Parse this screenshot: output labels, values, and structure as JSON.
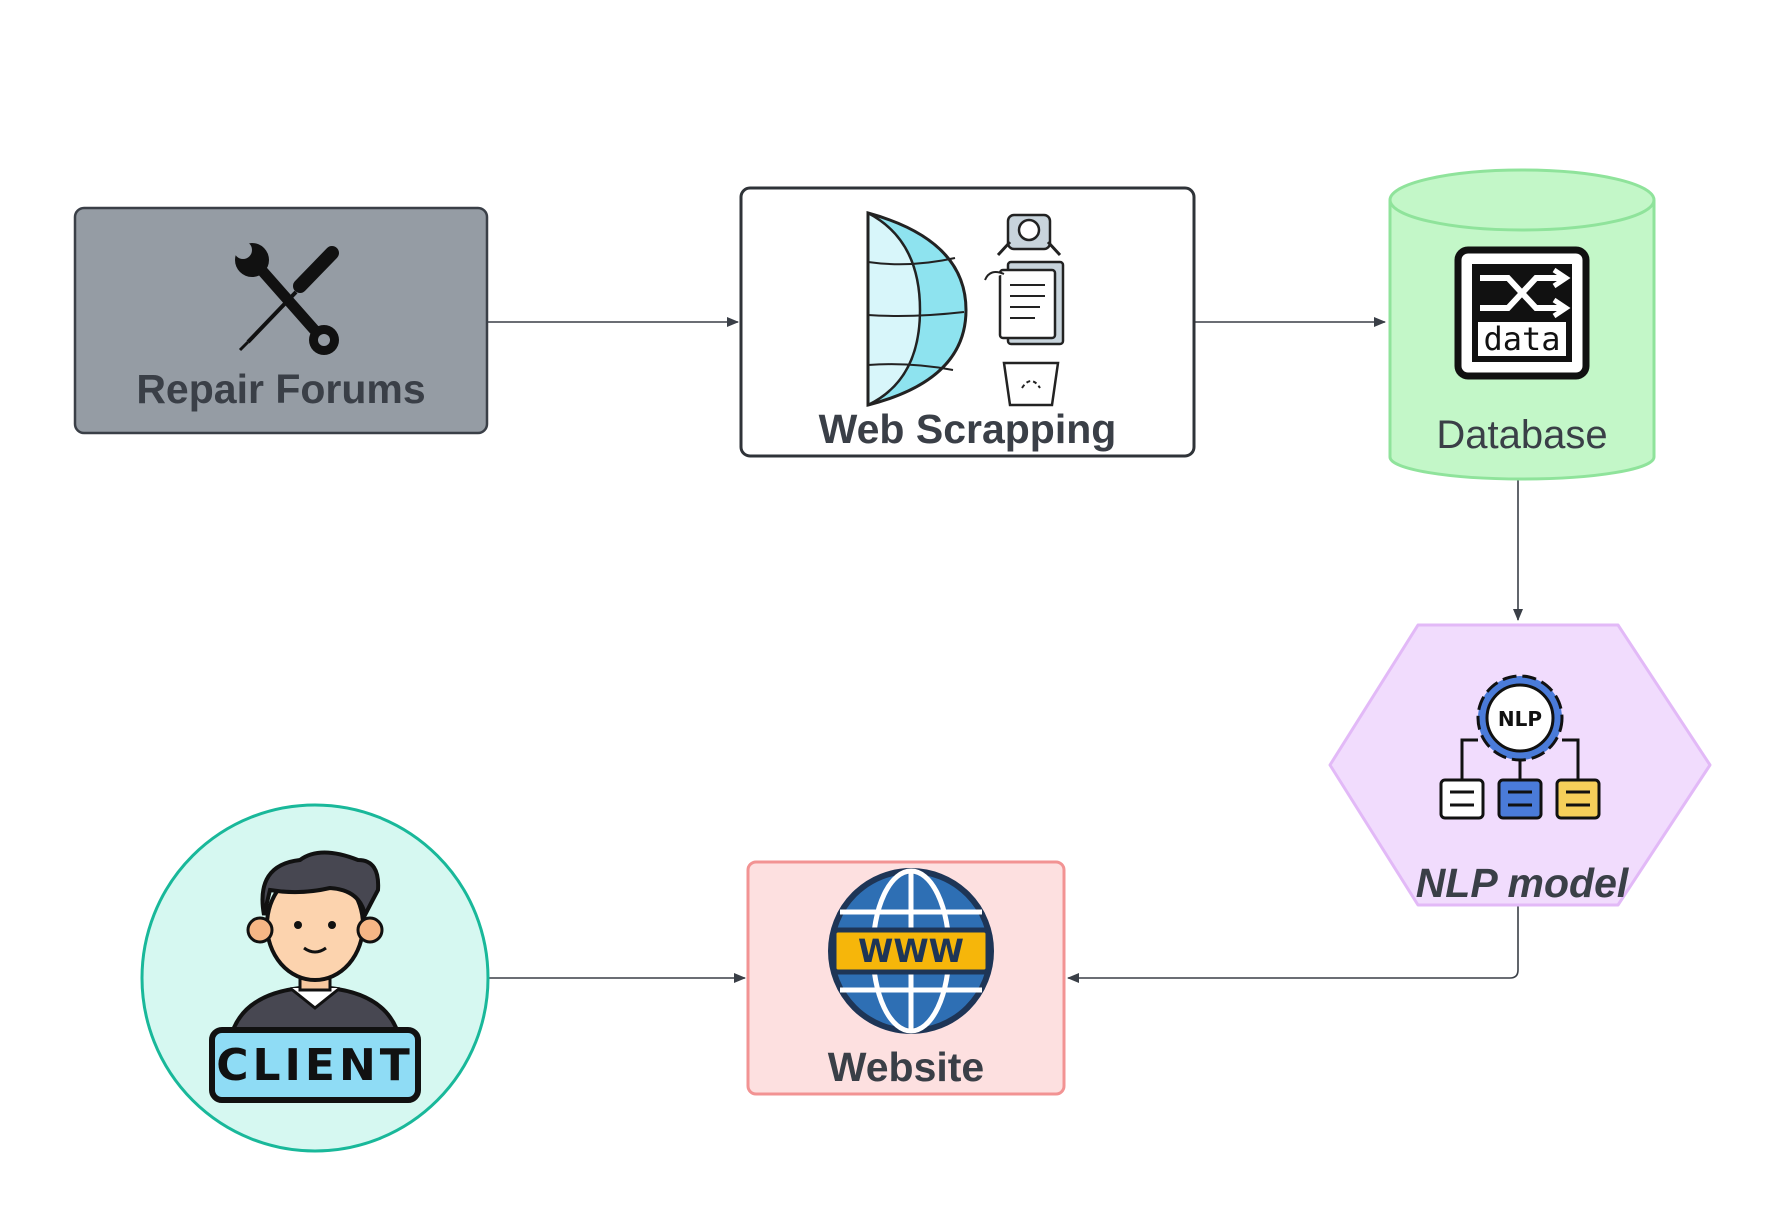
{
  "diagram": {
    "nodes": {
      "repair_forums": {
        "label": "Repair Forums",
        "icon": "tools-icon",
        "fill": "#959ca4",
        "stroke": "#3a3f47"
      },
      "web_scrapping": {
        "label": "Web Scrapping",
        "icon": "web-scraping-icon",
        "fill": "#ffffff",
        "stroke": "#2f3338"
      },
      "database": {
        "label": "Database",
        "icon": "data-shuffle-icon",
        "icon_text": "data",
        "fill": "#c3f7c8",
        "stroke": "#8fe39b"
      },
      "nlp_model": {
        "label": "NLP model",
        "icon": "nlp-gear-icon",
        "icon_text": "NLP",
        "fill": "#f1dcfd",
        "stroke": "#e2b9f7"
      },
      "website": {
        "label": "Website",
        "icon": "globe-www-icon",
        "icon_text": "WWW",
        "fill": "#fde0e0",
        "stroke": "#f29393"
      },
      "client": {
        "label": "CLIENT",
        "icon": "client-avatar-icon",
        "fill": "#d6f8f1",
        "stroke": "#19b89a"
      }
    },
    "edges": [
      {
        "from": "repair_forums",
        "to": "web_scrapping"
      },
      {
        "from": "web_scrapping",
        "to": "database"
      },
      {
        "from": "database",
        "to": "nlp_model"
      },
      {
        "from": "nlp_model",
        "to": "website"
      },
      {
        "from": "client",
        "to": "website"
      }
    ],
    "colors": {
      "edge": "#3a3f47",
      "text": "#3a3f47"
    }
  }
}
